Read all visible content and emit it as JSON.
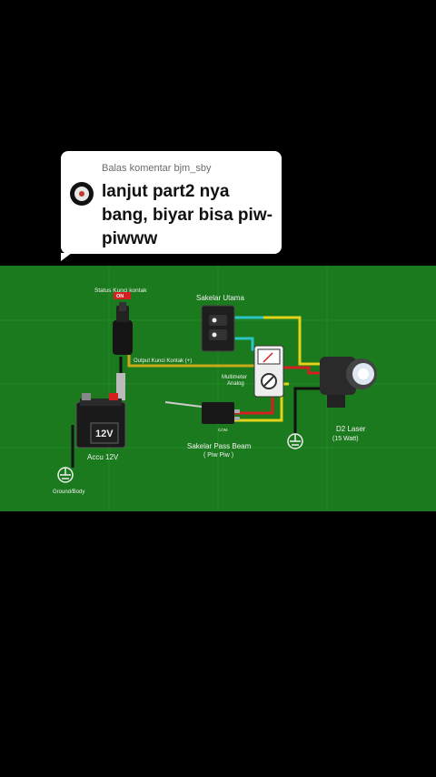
{
  "reply": {
    "header": "Balas komentar bjm_sby",
    "text": "lanjut part2 nya bang, biyar bisa piw-piwww"
  },
  "diagram": {
    "status_kunci": "Status Kunci kontak",
    "on_badge": "ON",
    "sakelar_utama": "Sakelar Utama",
    "output_kunci": "Output Kunci Kontak (+)",
    "multimeter": "Multimeter",
    "analog": "Analog",
    "battery_label": "12V",
    "accu": "Accu 12V",
    "ground_body": "Ground/Body",
    "pass_beam_1": "Sakelar Pass Beam",
    "pass_beam_2": "( Piw Piw )",
    "com": "COM",
    "d2_laser_1": "D2 Laser",
    "d2_laser_2": "(15 Watt)"
  },
  "colors": {
    "background": "#000000",
    "diagram_green": "#1b7a1e",
    "wire_yellow": "#e4d21a",
    "wire_red": "#d42020",
    "wire_black": "#111111",
    "wire_cyan": "#2ec4c4"
  }
}
